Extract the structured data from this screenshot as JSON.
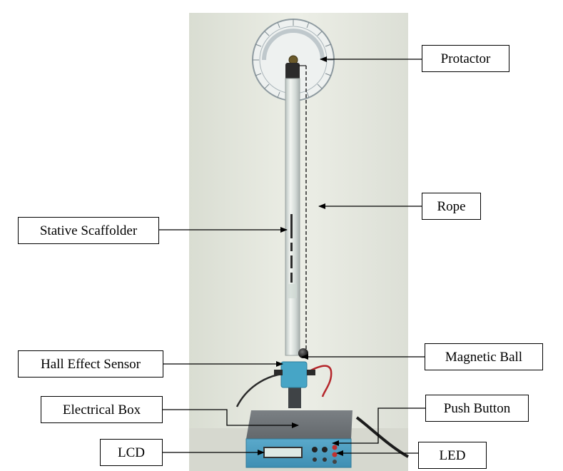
{
  "labels": {
    "protactor": "Protactor",
    "rope": "Rope",
    "stative_scaffolder": "Stative Scaffolder",
    "magnetic_ball": "Magnetic Ball",
    "hall_effect_sensor": "Hall Effect Sensor",
    "electrical_box": "Electrical Box",
    "push_button": "Push Button",
    "lcd": "LCD",
    "led": "LED"
  },
  "colors": {
    "wall": "#e6e9de",
    "base_top": "#6f7478",
    "base_front": "#4f9fc2",
    "sensor_block": "#46a5c6",
    "lcd_screen": "#dfe9e4",
    "wire_red": "#b5262b",
    "wire_black": "#2a2a2a"
  }
}
